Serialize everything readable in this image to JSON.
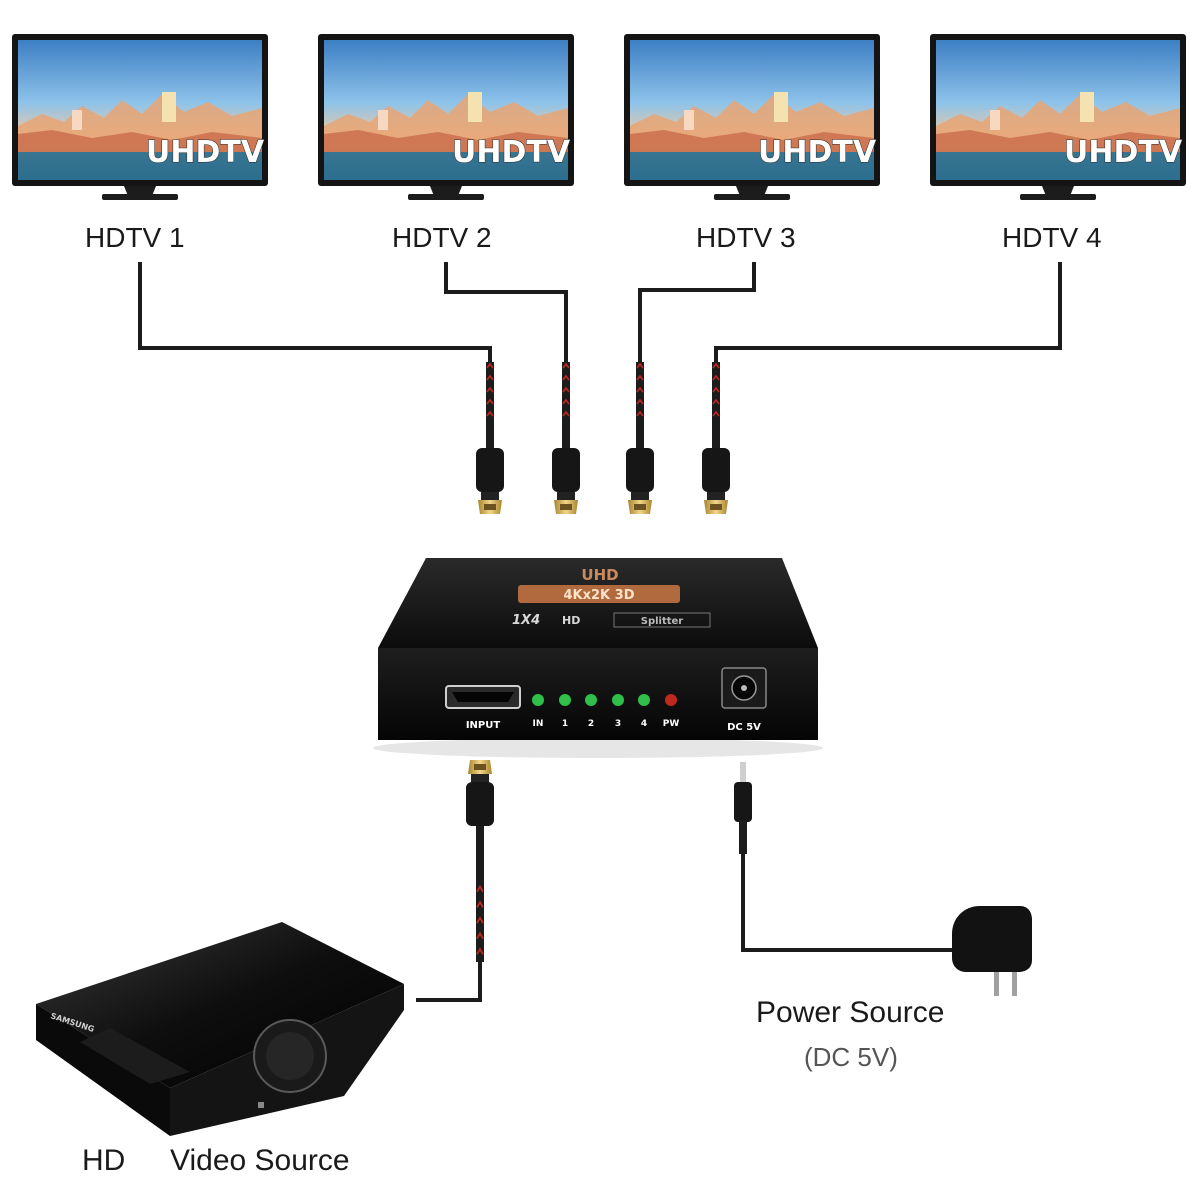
{
  "tvs": [
    {
      "label": "HDTV 1",
      "screen_text": "UHDTV"
    },
    {
      "label": "HDTV 2",
      "screen_text": "UHDTV"
    },
    {
      "label": "HDTV 3",
      "screen_text": "UHDTV"
    },
    {
      "label": "HDTV 4",
      "screen_text": "UHDTV"
    }
  ],
  "splitter": {
    "brand": "UHD",
    "badge": "4Kx2K 3D",
    "model": "1X4",
    "hd": "HD",
    "type": "Splitter",
    "input_label": "INPUT",
    "leds": [
      {
        "label": "IN",
        "color": "#2fbf4a"
      },
      {
        "label": "1",
        "color": "#2fbf4a"
      },
      {
        "label": "2",
        "color": "#2fbf4a"
      },
      {
        "label": "3",
        "color": "#2fbf4a"
      },
      {
        "label": "4",
        "color": "#2fbf4a"
      },
      {
        "label": "PW",
        "color": "#c0281e"
      }
    ],
    "dc_label": "DC 5V"
  },
  "source": {
    "label_hd": "HD",
    "label_video": "Video Source",
    "brand": "SAMSUNG"
  },
  "power": {
    "label": "Power Source",
    "sublabel": "(DC 5V)"
  },
  "colors": {
    "cable": "#1c1c1c",
    "cable_accent": "#c0281e",
    "connector_gold": "#d9b45a",
    "device": "#111111"
  }
}
